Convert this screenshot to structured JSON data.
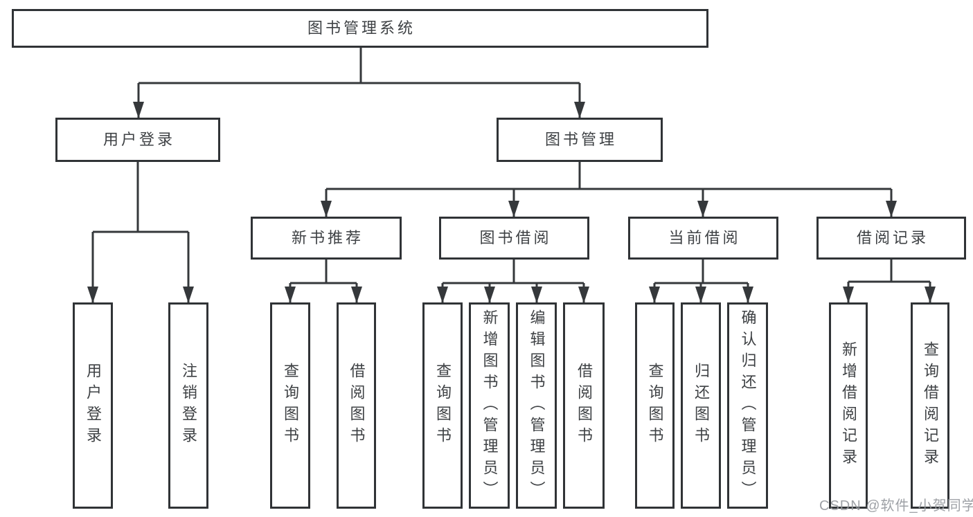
{
  "diagram": {
    "root": "图书管理系统",
    "level2": [
      "用户登录",
      "图书管理"
    ],
    "level3": [
      "新书推荐",
      "图书借阅",
      "当前借阅",
      "借阅记录"
    ],
    "leaves": {
      "user": [
        "用户登录",
        "注销登录"
      ],
      "recommend": [
        "查询图书",
        "借阅图书"
      ],
      "borrow": [
        "查询图书",
        "新增图书（管理员）",
        "编辑图书（管理员）",
        "借阅图书"
      ],
      "current": [
        "查询图书",
        "归还图书",
        "确认归还（管理员）"
      ],
      "records": [
        "新增借阅记录",
        "查询借阅记录"
      ]
    }
  },
  "watermark": "CSDN @软件_小贺同学",
  "colors": {
    "line": "#35383b",
    "box_border": "#303336",
    "text": "#3e4144",
    "watermark": "#96999e",
    "background": "#ffffff"
  }
}
